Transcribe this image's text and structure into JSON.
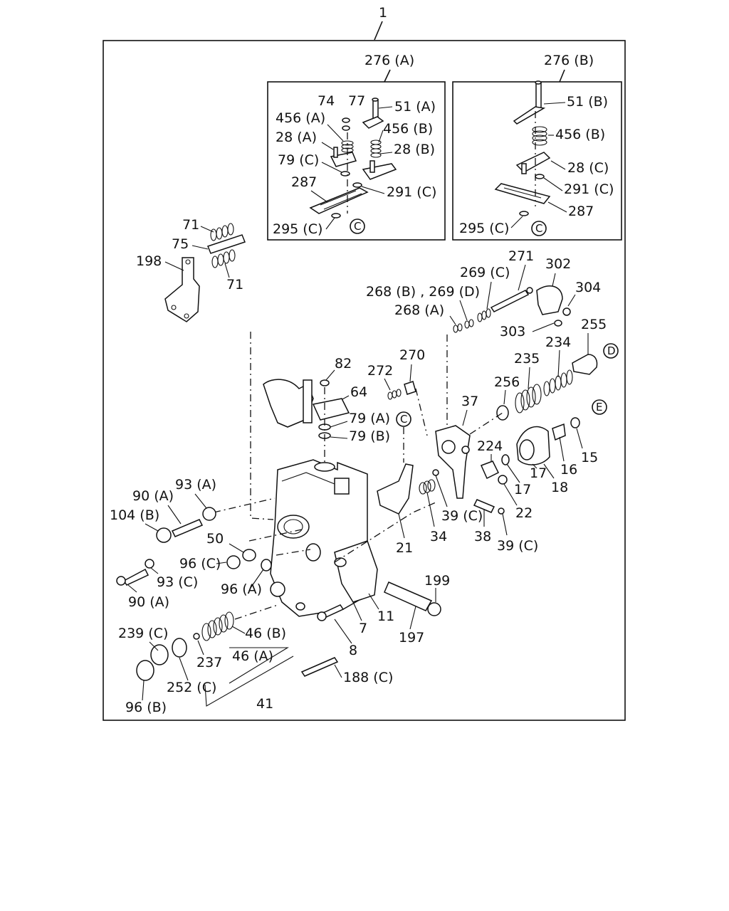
{
  "assembly_number": "1",
  "subassemblies": [
    {
      "key": "a",
      "title": "276 (A)"
    },
    {
      "key": "b",
      "title": "276 (B)"
    }
  ],
  "ref_letters": [
    "C",
    "C",
    "C",
    "D",
    "E"
  ],
  "labels": [
    "74",
    "77",
    "51 (A)",
    "456 (A)",
    "456 (B)",
    "28 (A)",
    "28 (B)",
    "79 (C)",
    "287",
    "291 (C)",
    "295 (C)",
    "51 (B)",
    "456 (B)",
    "28 (C)",
    "291 (C)",
    "287",
    "295 (C)",
    "71",
    "75",
    "198",
    "71",
    "271",
    "302",
    "269 (C)",
    "304",
    "268 (B) , 269 (D)",
    "268 (A)",
    "303",
    "255",
    "234",
    "235",
    "256",
    "270",
    "272",
    "82",
    "64",
    "79 (A)",
    "79 (B)",
    "37",
    "224",
    "17",
    "17",
    "16",
    "15",
    "18",
    "22",
    "39 (C)",
    "39 (C)",
    "34",
    "38",
    "21",
    "93 (A)",
    "90 (A)",
    "104 (B)",
    "50",
    "96 (C)",
    "93 (C)",
    "96 (A)",
    "90 (A)",
    "199",
    "11",
    "7",
    "197",
    "8",
    "46 (B)",
    "239 (C)",
    "237",
    "46 (A)",
    "252 (C)",
    "188 (C)",
    "96 (B)",
    "41"
  ]
}
